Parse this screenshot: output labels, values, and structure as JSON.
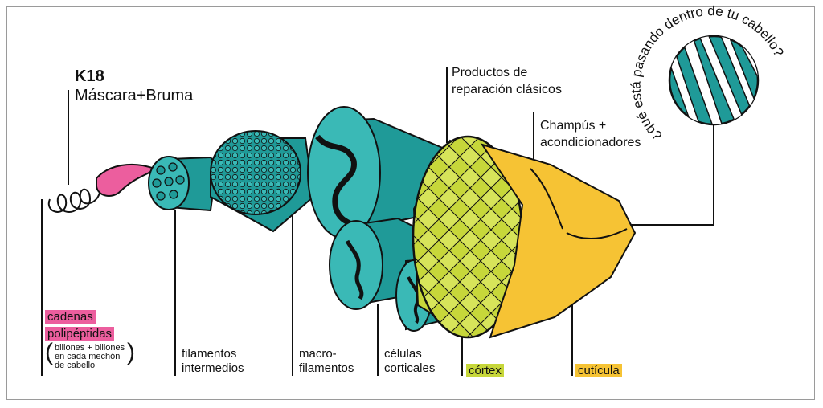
{
  "brand": {
    "name": "K18",
    "product": "Máscara+Bruma"
  },
  "circle_text": "¿qué está pasando dentro de tu cabello?",
  "callouts": {
    "products": [
      "Productos de",
      "reparación clásicos"
    ],
    "shampoo": [
      "Champús +",
      "acondicionadores"
    ]
  },
  "labels": {
    "polypeptide": [
      "cadenas",
      "polipéptidas"
    ],
    "polypeptide_note": [
      "billones + billones",
      "en cada mechón",
      "de cabello"
    ],
    "intermediate": [
      "filamentos",
      "intermedios"
    ],
    "macro": [
      "macro-",
      "filamentos"
    ],
    "cortical": [
      "células",
      "corticales"
    ],
    "cortex": "córtex",
    "cuticle": "cutícula"
  },
  "colors": {
    "teal": "#1f9a98",
    "teal_light": "#3ab9b6",
    "lime": "#c7d73a",
    "yellow": "#f6c334",
    "pink": "#ec5e9e",
    "ink": "#111111"
  }
}
